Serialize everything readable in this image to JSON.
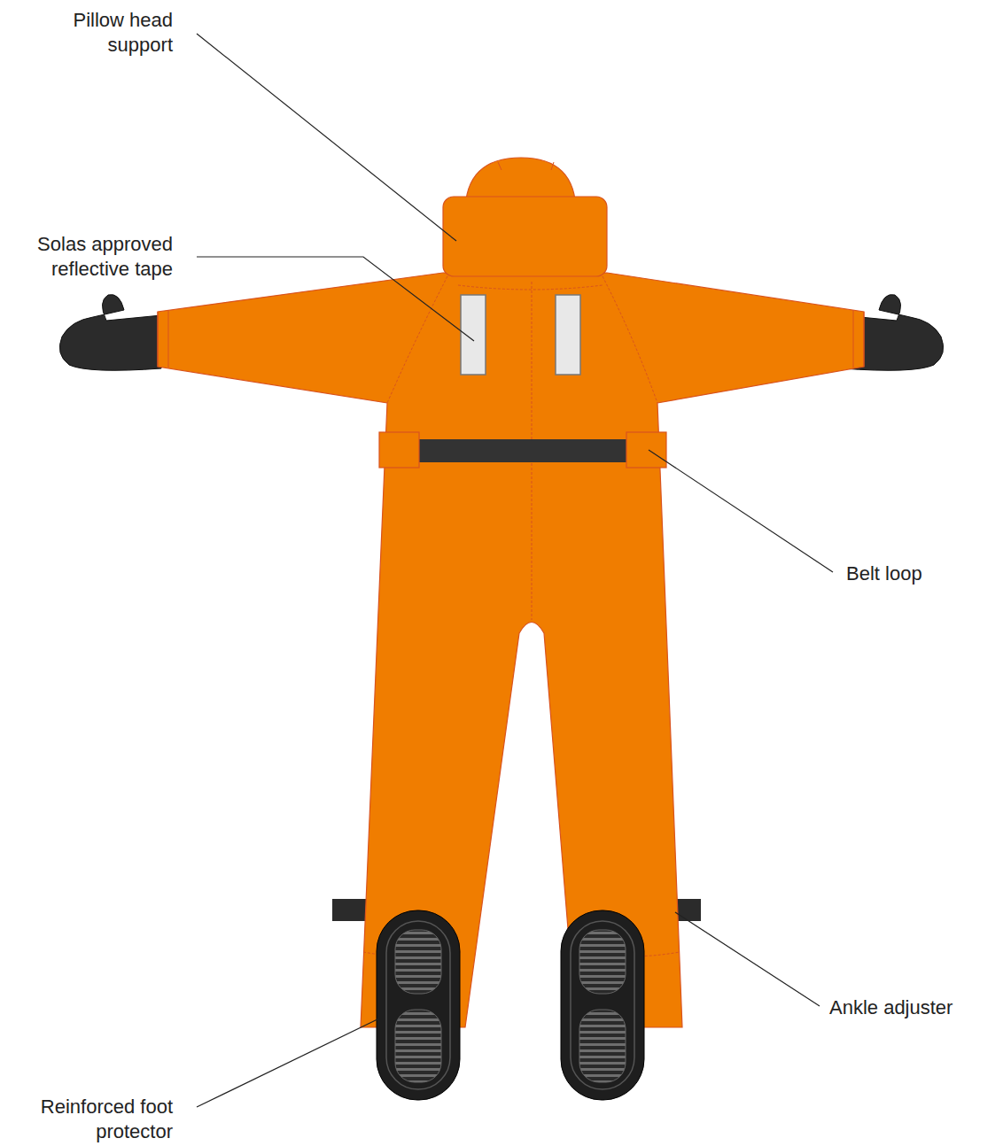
{
  "diagram": {
    "labels": [
      "Pillow head support",
      "Solas approved reflective tape",
      "Belt loop",
      "Ankle adjuster",
      "Reinforced foot protector"
    ]
  }
}
